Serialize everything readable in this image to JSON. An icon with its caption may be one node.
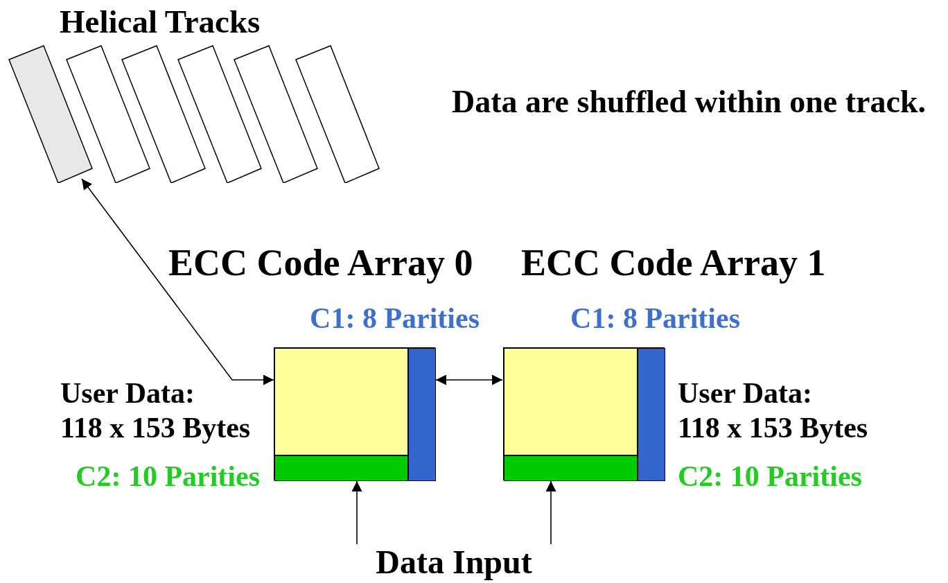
{
  "diagram": {
    "nodes": [
      {
        "text": [],
        "shape": "box"
      },
      {
        "text": [],
        "shape": "box"
      },
      {
        "text": [],
        "shape": "box"
      },
      {
        "text": [],
        "shape": "box"
      },
      {
        "text": [],
        "shape": "box"
      },
      {
        "text": [],
        "shape": "box"
      },
      {
        "text": [
          "ECC Code Array 0"
        ],
        "beside": [
          "C1: 8 Parities",
          "User Data:",
          "118 x 153 Bytes",
          "C2: 10 Parities"
        ]
      },
      {
        "text": [],
        "shape": "box",
        "in": 6
      },
      {
        "text": [],
        "shape": "box",
        "in": 6
      },
      {
        "text": [],
        "shape": "box",
        "in": 6
      },
      {
        "text": [
          "ECC Code Array 1"
        ],
        "beside": [
          "C1: 8 Parities",
          "User Data:",
          "118 x 153 Bytes",
          "C2: 10 Parities"
        ]
      },
      {
        "text": [],
        "shape": "box",
        "in": 10
      },
      {
        "text": [],
        "shape": "box",
        "in": 10
      },
      {
        "text": [],
        "shape": "box",
        "in": 10
      },
      {
        "text": [
          "Data Input"
        ]
      }
    ],
    "edges": [
      {
        "from": 6,
        "to": 0,
        "arrow": "both"
      },
      {
        "from": 6,
        "to": 10,
        "arrow": "both"
      },
      {
        "from": 14,
        "to": 6,
        "arrow": "to"
      },
      {
        "from": 14,
        "to": 10,
        "arrow": "to"
      }
    ],
    "labels": [
      "Helical Tracks",
      "Data are shuffled within one track."
    ]
  }
}
